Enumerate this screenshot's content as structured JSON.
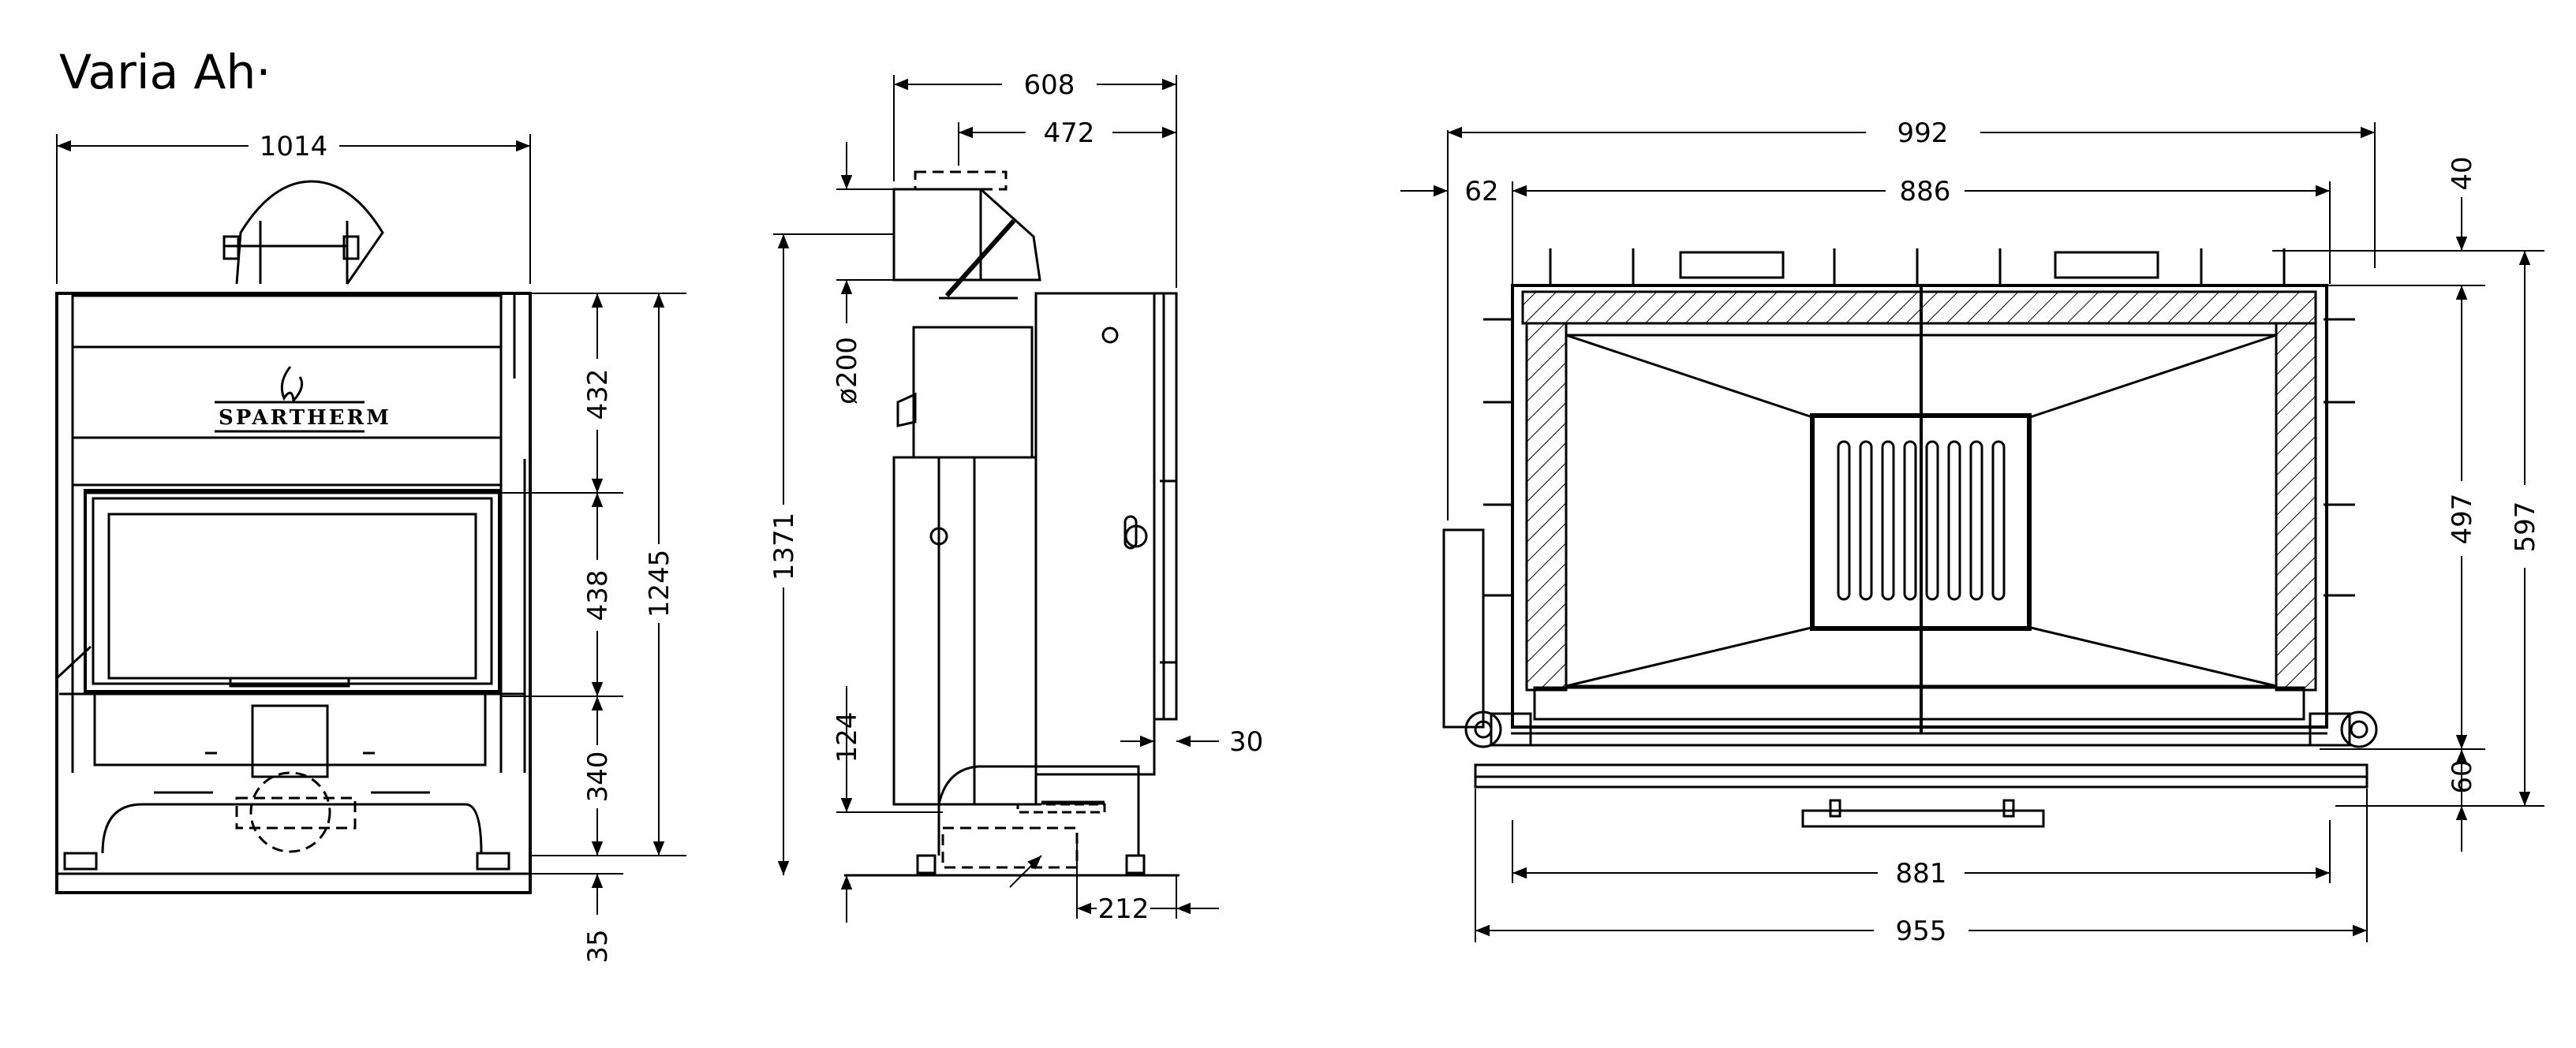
{
  "title": "Varia Ah·",
  "brand": "SPARTHERM",
  "front_view": {
    "width": "1014",
    "heights": [
      "432",
      "438",
      "340",
      "35"
    ],
    "total_height": "1245"
  },
  "side_view": {
    "depth": "608",
    "flue_offset": "472",
    "flue_diameter": "ø200",
    "total_height": "1371",
    "inlet_height": "124",
    "side_gap": "30",
    "bottom_offset": "212"
  },
  "plan_view": {
    "outer_width": "992",
    "inner_width": "886",
    "left_offset": "62",
    "top_offset": "40",
    "inner_depth": "497",
    "outer_depth": "597",
    "front_offset": "60",
    "bottom_inner_width": "881",
    "bottom_outer_width": "955"
  }
}
